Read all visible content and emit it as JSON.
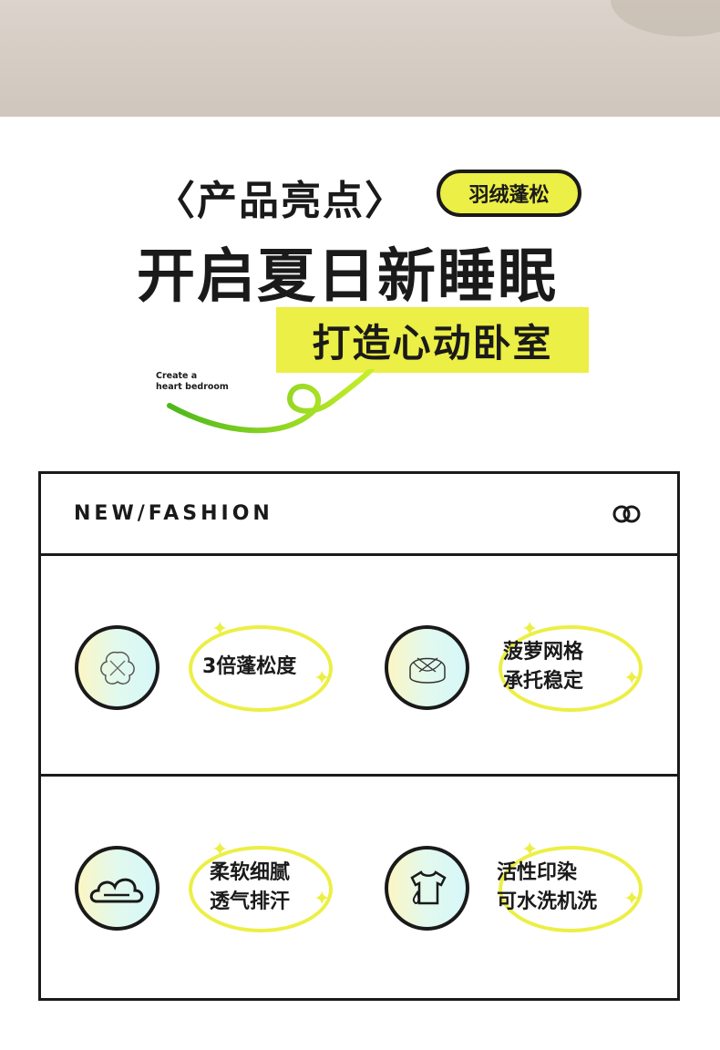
{
  "header": {
    "bracket_left": "〈",
    "title": "产品亮点",
    "bracket_right": "〉",
    "tag": "羽绒蓬松",
    "headline": "开启夏日新睡眠",
    "highlight": "打造心动卧室",
    "small_line1": "Create a",
    "small_line2": "heart bedroom"
  },
  "panel": {
    "title": "NEW/FASHION",
    "icon": "rings-icon"
  },
  "features": [
    {
      "icon": "expand-flower-icon",
      "lines": [
        "3倍蓬松度"
      ]
    },
    {
      "icon": "bread-grid-icon",
      "lines": [
        "菠萝网格",
        "承托稳定"
      ]
    },
    {
      "icon": "cloud-icon",
      "lines": [
        "柔软细腻",
        "透气排汗"
      ]
    },
    {
      "icon": "tshirt-drop-icon",
      "lines": [
        "活性印染",
        "可水洗机洗"
      ]
    }
  ],
  "colors": {
    "accent": "#ecef45",
    "ink": "#1a1a1a",
    "green": "#5cc51f"
  }
}
